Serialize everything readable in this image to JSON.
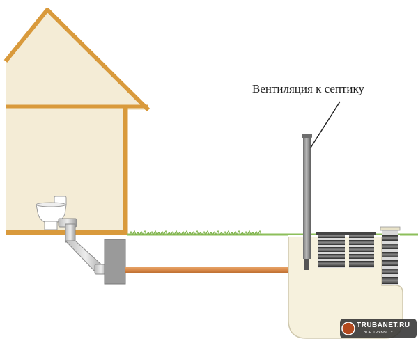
{
  "diagram": {
    "callout_label": "Вентиляция к септику",
    "watermark": {
      "text": "TRUBANET.RU",
      "subtext": "ВСЕ ТРУБЫ ТУТ"
    }
  },
  "colors": {
    "house_fill": "#f4ecd6",
    "house_frame": "#d99a3c",
    "grass": "#8dbf5b",
    "sewer_pipe": "#d98a4a",
    "vent_pipe": "#8e8e8e",
    "tank_fill": "#f6f1dd",
    "tank_rings": "#3a3a3a"
  }
}
